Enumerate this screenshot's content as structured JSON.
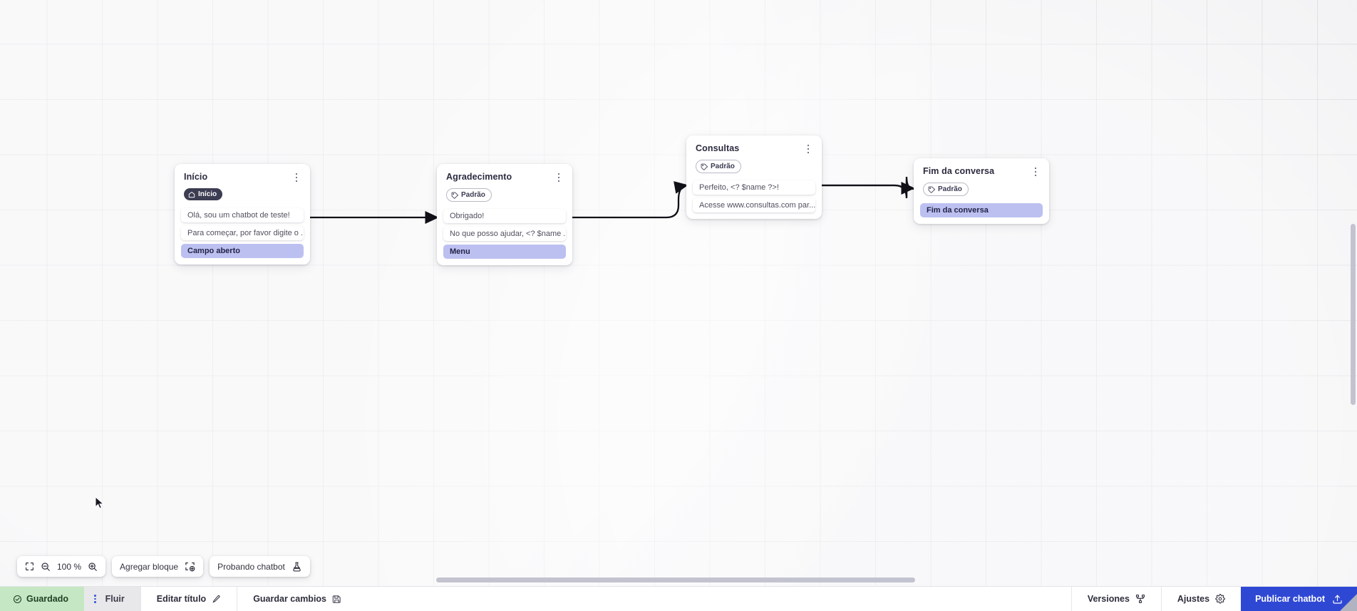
{
  "canvas": {
    "zoom_level": "100 %",
    "nodes": [
      {
        "id": "inicio",
        "title": "Início",
        "badge": {
          "label": "Início",
          "type": "start",
          "icon": "home-icon"
        },
        "rows": [
          {
            "text": "Olá, sou um chatbot de teste!",
            "kind": "message"
          },
          {
            "text": "Para começar, por favor digite o ...",
            "kind": "message"
          },
          {
            "text": "Campo aberto",
            "kind": "action"
          }
        ]
      },
      {
        "id": "agradecimento",
        "title": "Agradecimento",
        "badge": {
          "label": "Padrão",
          "type": "default",
          "icon": "tag-icon"
        },
        "rows": [
          {
            "text": "Obrigado!",
            "kind": "message"
          },
          {
            "text": "No que posso ajudar, <? $name ...",
            "kind": "message"
          },
          {
            "text": "Menu",
            "kind": "action"
          }
        ]
      },
      {
        "id": "consultas",
        "title": "Consultas",
        "badge": {
          "label": "Padrão",
          "type": "default",
          "icon": "tag-icon"
        },
        "rows": [
          {
            "text": "Perfeito, <? $name ?>!",
            "kind": "message"
          },
          {
            "text": "Acesse www.consultas.com par...",
            "kind": "message"
          }
        ]
      },
      {
        "id": "fim",
        "title": "Fim da conversa",
        "badge": {
          "label": "Padrão",
          "type": "default",
          "icon": "tag-icon"
        },
        "rows": [
          {
            "text": "Fim da conversa",
            "kind": "action"
          }
        ]
      }
    ],
    "edges": [
      {
        "from": "inicio",
        "to": "agradecimento"
      },
      {
        "from": "agradecimento",
        "to": "consultas"
      },
      {
        "from": "consultas",
        "to": "fim"
      }
    ]
  },
  "toolbar": {
    "fit_icon": "fit-screen-icon",
    "zoom_out_icon": "zoom-out-icon",
    "zoom_level": "100 %",
    "zoom_in_icon": "zoom-in-icon",
    "add_block_label": "Agregar bloque",
    "add_block_icon": "add-block-icon",
    "test_chatbot_label": "Probando chatbot",
    "test_chatbot_icon": "flask-icon"
  },
  "statusbar": {
    "saved_label": "Guardado",
    "saved_icon": "check-circle-icon",
    "flow_tab_label": "Fluir",
    "flow_tab_icon": "drag-dots-icon",
    "edit_title_label": "Editar título",
    "edit_title_icon": "pencil-icon",
    "save_changes_label": "Guardar cambios",
    "save_changes_icon": "save-disk-icon",
    "versions_label": "Versiones",
    "versions_icon": "branch-icon",
    "settings_label": "Ajustes",
    "settings_icon": "gear-icon",
    "publish_label": "Publicar chatbot",
    "publish_icon": "upload-icon"
  },
  "colors": {
    "canvas_bg": "#f2f2f4",
    "grid_line": "#cbcbd2",
    "node_bg": "#ffffff",
    "action_row": "#bcc0f0",
    "badge_start": "#3c3c52",
    "saved_green": "#c6e7c4",
    "publish_blue": "#2f48d4",
    "accent_blue": "#3b5bdb"
  }
}
